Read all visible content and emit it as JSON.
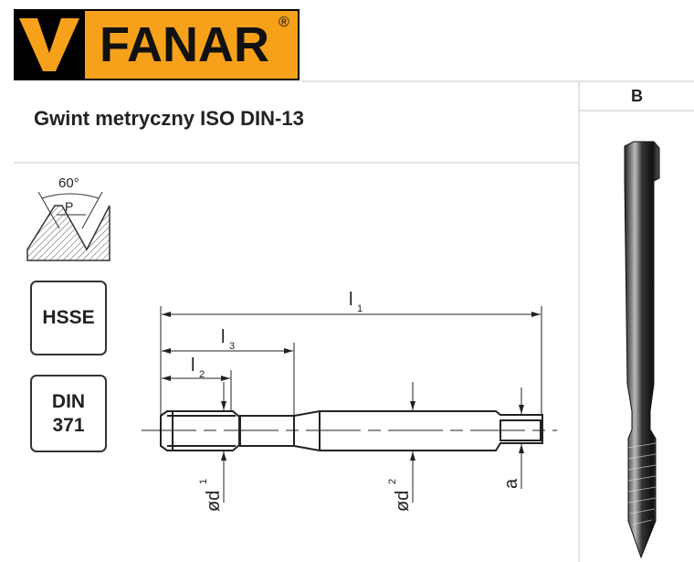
{
  "logo": {
    "brand": "FANAR",
    "registered_mark": "®"
  },
  "title": "Gwint metryczny ISO DIN-13",
  "thread_profile": {
    "angle_label": "60°",
    "pitch_label": "P"
  },
  "badges": {
    "material": "HSSE",
    "standard_line1": "DIN",
    "standard_line2": "371"
  },
  "column": {
    "header": "B"
  },
  "drawing": {
    "l1": "l",
    "l1_sub": "1",
    "l2": "l",
    "l2_sub": "2",
    "l3": "l",
    "l3_sub": "3",
    "d1": "ød",
    "d1_sub": "1",
    "d2": "ød",
    "d2_sub": "2",
    "a": "a"
  }
}
